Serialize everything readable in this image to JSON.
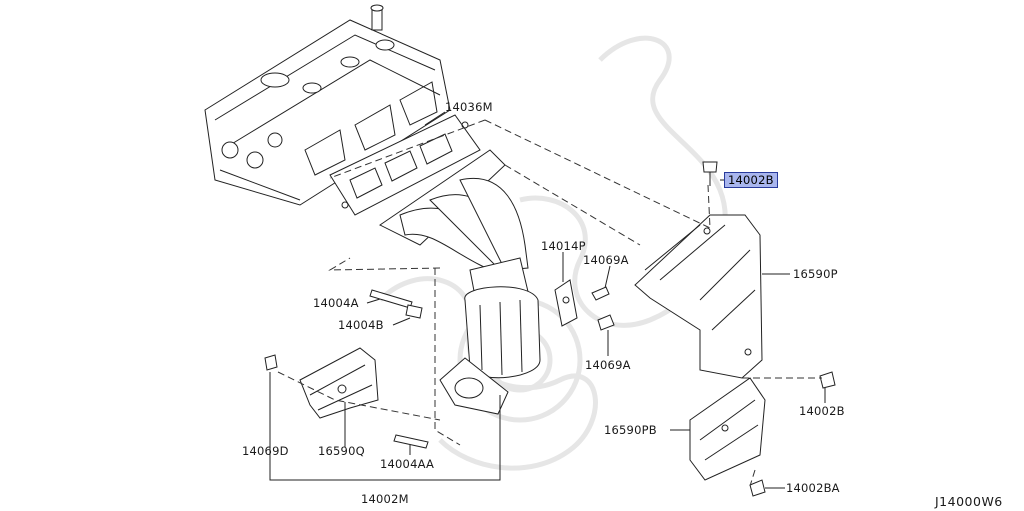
{
  "diagram": {
    "code": "J14000W6",
    "selected_part": "14002B"
  },
  "parts": {
    "p14036M": "14036M",
    "p14002B_top": "14002B",
    "p14014P": "14014P",
    "p14069A_top": "14069A",
    "p16590P": "16590P",
    "p14004A": "14004A",
    "p14004B": "14004B",
    "p14069A_bottom": "14069A",
    "p14002B_right": "14002B",
    "p16590PB": "16590PB",
    "p14069D": "14069D",
    "p16590Q": "16590Q",
    "p14004AA": "14004AA",
    "p14002BA": "14002BA",
    "p14002M": "14002M"
  },
  "icons": {
    "watermark": "dragon-watermark-icon"
  }
}
